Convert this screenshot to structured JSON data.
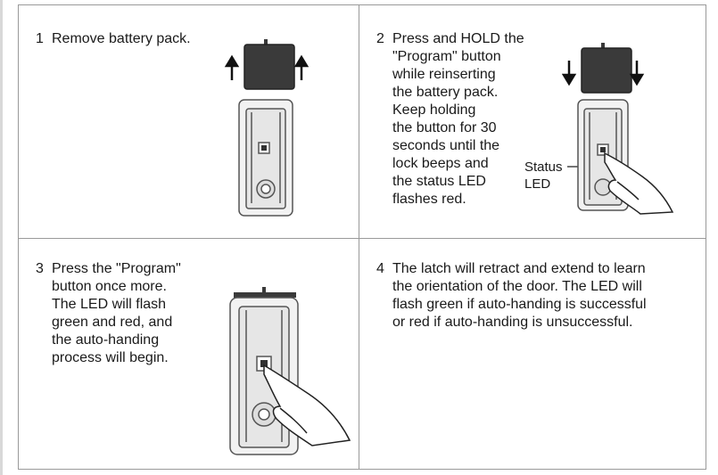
{
  "steps": [
    {
      "number": "1",
      "text": "Remove battery pack."
    },
    {
      "number": "2",
      "text": "Press and HOLD the\n\"Program\" button\nwhile reinserting\nthe battery pack.\nKeep holding\nthe button for 30\nseconds until the\nlock beeps and\nthe status LED\nflashes red."
    },
    {
      "number": "3",
      "text": "Press the \"Program\"\nbutton once more.\nThe LED will flash\ngreen and red, and\nthe auto-handing\nprocess will begin."
    },
    {
      "number": "4",
      "text": "The latch will retract and extend to learn\nthe orientation of the door. The LED will\nflash green if auto-handing is successful\nor red if auto-handing is unsuccessful."
    }
  ],
  "callouts": {
    "status_led": "Status\nLED"
  },
  "colors": {
    "battery": "#3a3a3a",
    "lock_body": "#f2f2f2",
    "outline": "#555555",
    "grid": "#9a9a9a"
  },
  "icons": [
    "battery-pack-icon",
    "arrow-up-icon",
    "arrow-down-icon",
    "lock-interior-icon",
    "hand-pressing-icon"
  ]
}
